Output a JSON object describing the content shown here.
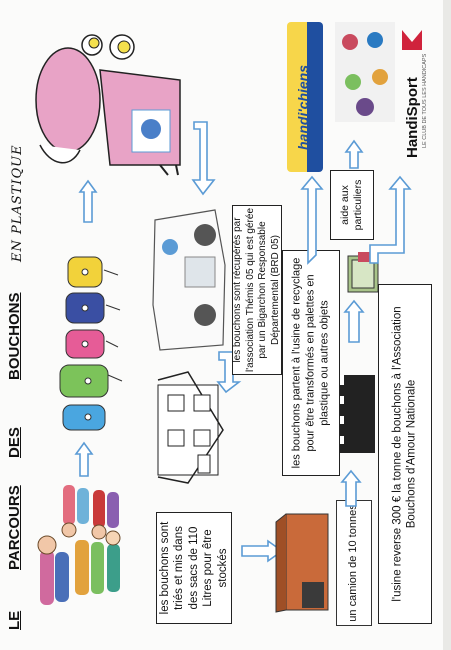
{
  "title": {
    "le": "LE",
    "parcours": "PARCOURS",
    "des": "DES",
    "bouchons": "BOUCHONS",
    "suffix": "EN PLASTIQUE"
  },
  "steps": {
    "tri": "les bouchons sont triés et mis dans des sacs de 110 Litres pour être stockés",
    "association": "les bouchons sont récupérés par l'association Thémis 05 qui est gérée par un Bigarchon Responsable Départemental (BRD 05)",
    "camion": "un camion de 10 tonnes",
    "usine": "les bouchons partent à l'usine de recyclage pour être transformés en palettes en plastique ou autres objets",
    "reverse": "l'usine reverse 300 € la tonne de bouchons à l'Association Bouchons d'Amour Nationale",
    "aide": "aide aux particuliers"
  },
  "logos": {
    "handichiens": "handi'chiens",
    "handisport": "HandiSport",
    "handisport_sub": "LE CLUB DE TOUS LES HANDICAPS"
  },
  "colors": {
    "arrow": "#5b9bd5",
    "bin": "#e8a3c6",
    "handisport_red": "#d0233c",
    "handichiens_blue": "#1f4fa0"
  }
}
